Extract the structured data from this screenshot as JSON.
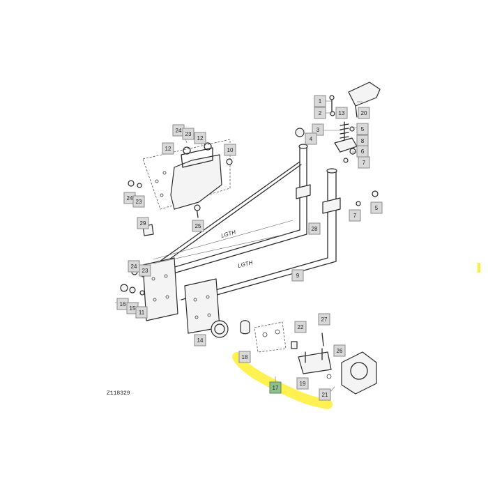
{
  "diagram": {
    "reference_code": "Z118329",
    "length_labels": [
      "LGTH",
      "LGTH"
    ],
    "highlight_color": "#ffee33",
    "callout_color": "#d9d9d9",
    "highlighted_callout_color": "#8fbf8f",
    "callouts": [
      {
        "id": "c1",
        "label": "1"
      },
      {
        "id": "c2",
        "label": "2"
      },
      {
        "id": "c13",
        "label": "13"
      },
      {
        "id": "c20",
        "label": "20"
      },
      {
        "id": "c3",
        "label": "3"
      },
      {
        "id": "c5a",
        "label": "5"
      },
      {
        "id": "c4",
        "label": "4"
      },
      {
        "id": "c8",
        "label": "8"
      },
      {
        "id": "c6",
        "label": "6"
      },
      {
        "id": "c7a",
        "label": "7"
      },
      {
        "id": "c5b",
        "label": "5"
      },
      {
        "id": "c7b",
        "label": "7"
      },
      {
        "id": "c24a",
        "label": "24"
      },
      {
        "id": "c23a",
        "label": "23"
      },
      {
        "id": "c12a",
        "label": "12"
      },
      {
        "id": "c12b",
        "label": "12"
      },
      {
        "id": "c10",
        "label": "10"
      },
      {
        "id": "c24b",
        "label": "24"
      },
      {
        "id": "c23b",
        "label": "23"
      },
      {
        "id": "c25",
        "label": "25"
      },
      {
        "id": "c29",
        "label": "29"
      },
      {
        "id": "c28",
        "label": "28"
      },
      {
        "id": "c9",
        "label": "9"
      },
      {
        "id": "c24c",
        "label": "24"
      },
      {
        "id": "c23c",
        "label": "23"
      },
      {
        "id": "c16",
        "label": "16"
      },
      {
        "id": "c15",
        "label": "15"
      },
      {
        "id": "c11",
        "label": "11"
      },
      {
        "id": "c14",
        "label": "14"
      },
      {
        "id": "c22",
        "label": "22"
      },
      {
        "id": "c27",
        "label": "27"
      },
      {
        "id": "c18",
        "label": "18"
      },
      {
        "id": "c26",
        "label": "26"
      },
      {
        "id": "c19",
        "label": "19"
      },
      {
        "id": "c21",
        "label": "21"
      },
      {
        "id": "c17",
        "label": "17",
        "highlighted": true
      }
    ]
  }
}
